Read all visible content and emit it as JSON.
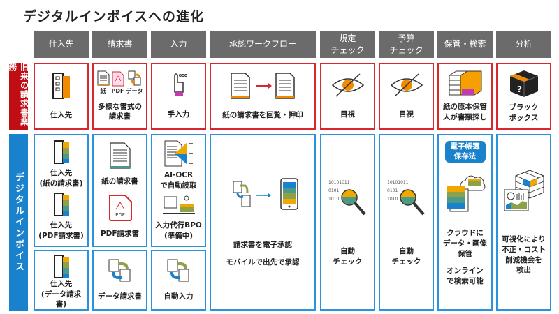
{
  "title": "デジタルインボイスへの進化",
  "headers": [
    "仕入先",
    "請求書",
    "入力",
    "承認ワークフロー",
    "規定\nチェック",
    "予算\nチェック",
    "保管・検索",
    "分析"
  ],
  "rows": {
    "legacy_label": "旧来の請求書業務",
    "digital_label": "デジタルインボイス"
  },
  "legacy": {
    "supplier": "仕入先",
    "invoice": "多様な書式の\n請求書",
    "invoice_icon_labels": [
      "紙",
      "PDF",
      "データ"
    ],
    "input": "手入力",
    "workflow": "紙の請求書を回覧・押印",
    "rule_check": "目視",
    "budget_check": "目視",
    "storage": "紙の原本保管\n人が書類探し",
    "analysis": "ブラック\nボックス",
    "analysis_icon_label": "?"
  },
  "digital": {
    "supplier_paper": "仕入先\n(紙の請求書)",
    "supplier_pdf": "仕入先\n(PDF請求書)",
    "supplier_data": "仕入先\n(データ請求書)",
    "invoice_paper": "紙の請求書",
    "invoice_pdf": "PDF請求書",
    "pdf_icon_label": "PDF",
    "invoice_data": "データ請求書",
    "input_ocr": "AI-OCR\nで自動読取",
    "input_bpo": "入力代行BPO\n(準備中)",
    "input_auto": "自動入力",
    "workflow_1": "請求書を電子承認",
    "workflow_2": "モバイルで出先で承認",
    "rule_check": "自動\nチェック",
    "budget_check": "自動\nチェック",
    "storage_badge": "電子帳簿\n保存法",
    "storage_1": "クラウドに\nデータ・画像\n保管",
    "storage_2": "オンライン\nで検索可能",
    "analysis": "可視化により\n不正・コスト\n削減機会を\n検出"
  },
  "colors": {
    "header": "#6b6b6b",
    "legacy": "#c10d14",
    "digital": "#1a82cc",
    "orange": "#f08a00"
  }
}
